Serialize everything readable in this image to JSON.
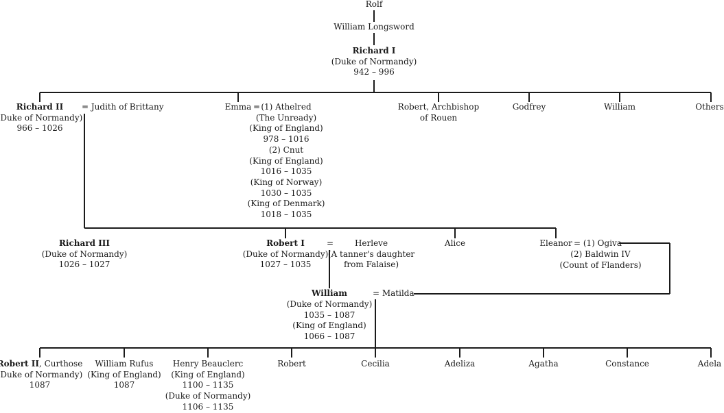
{
  "gen0": {
    "rolf": "Rolf",
    "william_longsword": "William Longsword",
    "richard1": {
      "name": "Richard I",
      "title": "(Duke of Normandy)",
      "dates": "942 – 996"
    }
  },
  "gen1": {
    "richard2": {
      "name": "Richard II",
      "title": "(Duke of Normandy)",
      "dates": "966 – 1026"
    },
    "judith": "= Judith of Brittany",
    "emma": "Emma",
    "emma_eq": "=",
    "athelred": {
      "name": "(1) Athelred",
      "epithet": "(The Unready)",
      "title": "(King of England)",
      "dates": "978 – 1016"
    },
    "cnut": {
      "name": "(2) Cnut",
      "title_england": "(King of England)",
      "dates_england": "1016 – 1035",
      "title_norway": "(King of Norway)",
      "dates_norway": "1030 – 1035",
      "title_denmark": "(King of Denmark)",
      "dates_denmark": "1018 – 1035"
    },
    "robert_archbishop": {
      "name": "Robert, Archbishop",
      "see": "of Rouen"
    },
    "godfrey": "Godfrey",
    "william": "William",
    "others": "Others"
  },
  "gen2": {
    "richard3": {
      "name": "Richard III",
      "title": "(Duke of Normandy)",
      "dates": "1026 – 1027"
    },
    "robert1": {
      "name": "Robert I",
      "title": "(Duke of Normandy)",
      "dates": "1027 – 1035"
    },
    "robert1_eq": "=",
    "herleve": {
      "name": "Herleve",
      "desc1": "(A tanner's daughter",
      "desc2": "from Falaise)"
    },
    "alice": "Alice",
    "eleanor": "Eleanor",
    "ogiva": "= (1) Ogiva",
    "baldwin": {
      "name": "(2) Baldwin IV",
      "title": "(Count of Flanders)"
    }
  },
  "gen3": {
    "william": {
      "name": "William",
      "title_duke": "(Duke of Normandy)",
      "dates_duke": "1035 – 1087",
      "title_king": "(King of England)",
      "dates_king": "1066 – 1087"
    },
    "matilda": "= Matilda"
  },
  "gen4": {
    "robert2": {
      "name": "Robert II",
      "suffix": ", Curthose",
      "title": "(Duke of Normandy)",
      "dates": "1087"
    },
    "william_rufus": {
      "name": "William Rufus",
      "title": "(King of England)",
      "dates": "1087"
    },
    "henry": {
      "name": "Henry Beauclerc",
      "title_king": "(King of England)",
      "dates_king": "1100 – 1135",
      "title_duke": "(Duke of Normandy)",
      "dates_duke": "1106 – 1135"
    },
    "robert": "Robert",
    "cecilia": "Cecilia",
    "adeliza": "Adeliza",
    "agatha": "Agatha",
    "constance": "Constance",
    "adela": "Adela"
  }
}
